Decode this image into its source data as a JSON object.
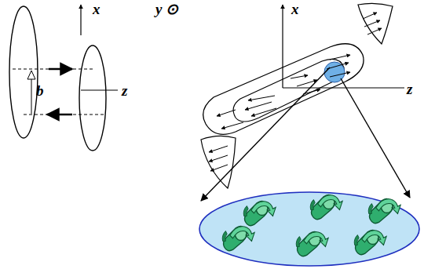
{
  "diagram": {
    "labels": [
      "x",
      "b",
      "z",
      "y ⊙",
      "x",
      "z"
    ]
  }
}
